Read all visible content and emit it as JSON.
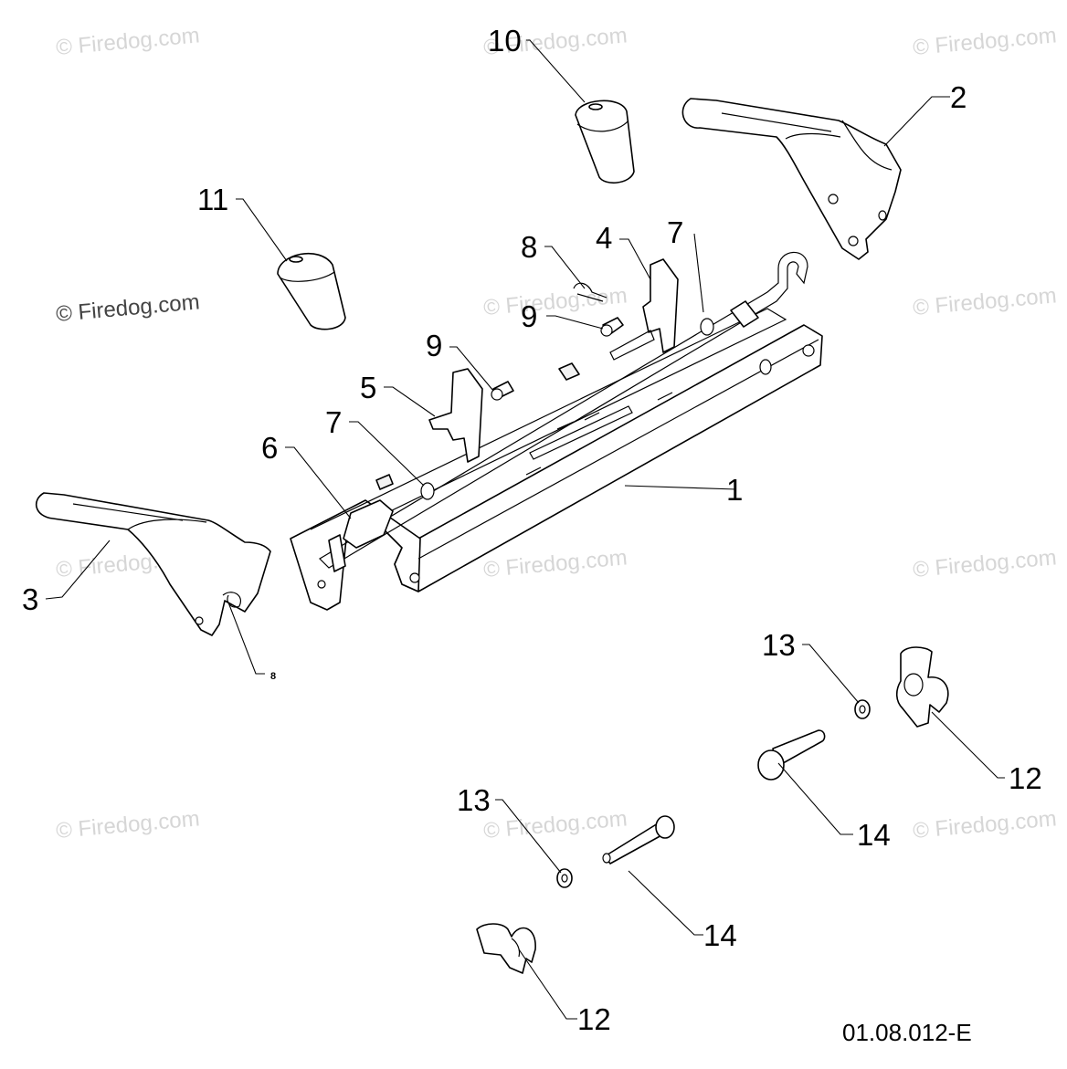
{
  "watermarks": {
    "copyright_text": "© Firedog.com",
    "faded_text": "© Firedog.com"
  },
  "callouts": {
    "c1": "1",
    "c2": "2",
    "c3": "3",
    "c4": "4",
    "c5": "5",
    "c6": "6",
    "c7a": "7",
    "c7b": "7",
    "c8a": "8",
    "c8b": "8",
    "c9a": "9",
    "c9b": "9",
    "c10": "10",
    "c11": "11",
    "c12a": "12",
    "c12b": "12",
    "c13a": "13",
    "c13b": "13",
    "c14a": "14",
    "c14b": "14"
  },
  "drawing_code": "01.08.012-E",
  "colors": {
    "line": "#000000",
    "watermark": "#d6d6d6",
    "background": "#ffffff"
  }
}
